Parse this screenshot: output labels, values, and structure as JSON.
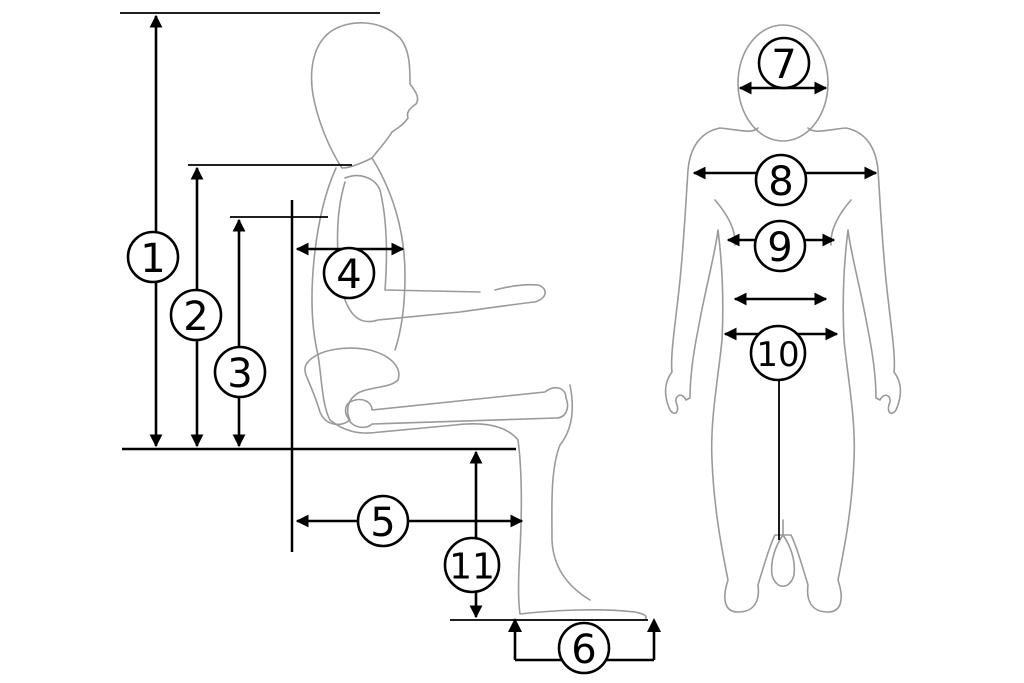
{
  "labels": {
    "m1": "1",
    "m2": "2",
    "m3": "3",
    "m4": "4",
    "m5": "5",
    "m6": "6",
    "m7": "7",
    "m8": "8",
    "m9": "9",
    "m10": "10",
    "m11": "11"
  },
  "colors": {
    "ink": "#000000",
    "outline": "#9a9a9a",
    "background": "#ffffff"
  }
}
